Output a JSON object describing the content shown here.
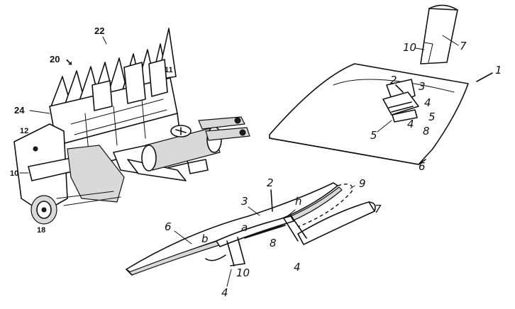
{
  "labels": {
    "machine": {
      "l20": "20",
      "l22": "22",
      "l24": "24",
      "l12": "12",
      "l11": "11",
      "l10": "10",
      "l18": "18"
    },
    "shovel": {
      "l1": "1",
      "l2": "2",
      "l3": "3",
      "l4a": "4",
      "l4b": "4",
      "l5a": "5",
      "l5b": "5",
      "l8": "8",
      "l6": "6",
      "l7": "7",
      "l10": "10"
    },
    "section": {
      "l9": "9",
      "l7": "7",
      "l2": "2",
      "l3": "3",
      "lh": "h",
      "la": "a",
      "lb": "b",
      "l6": "6",
      "l8": "8",
      "l10": "10",
      "l4a": "4",
      "l4b": "4"
    }
  }
}
